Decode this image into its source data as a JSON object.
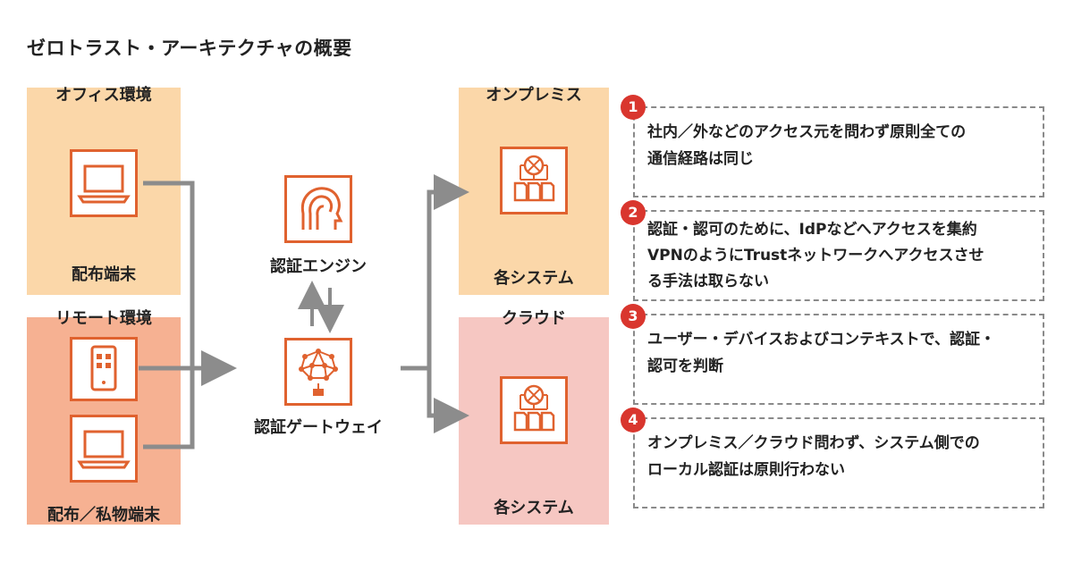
{
  "title": "ゼロトラスト・アーキテクチャの概要",
  "groups": {
    "office": {
      "title": "オフィス環境",
      "device_label": "配布端末"
    },
    "remote": {
      "title": "リモート環境",
      "device_label": "配布／私物端末"
    },
    "onprem": {
      "title": "オンプレミス",
      "system_label": "各システム"
    },
    "cloud": {
      "title": "クラウド",
      "system_label": "各システム"
    }
  },
  "auth_engine": {
    "label": "認証エンジン"
  },
  "gateway": {
    "label": "認証ゲートウェイ"
  },
  "markers": [
    "1",
    "2",
    "3",
    "4"
  ],
  "notes": [
    {
      "number": "1",
      "lines": [
        "社内／外などのアクセス元を問わず原則全ての",
        "通信経路は同じ"
      ]
    },
    {
      "number": "2",
      "lines": [
        "認証・認可のために、IdPなどへアクセスを集約",
        "VPNのようにTrustネットワークへアクセスさせ",
        "る手法は取らない"
      ]
    },
    {
      "number": "3",
      "lines": [
        "ユーザー・デバイスおよびコンテキストで、認証・",
        "認可を判断"
      ]
    },
    {
      "number": "4",
      "lines": [
        "オンプレミス／クラウド問わず、システム側での",
        "ローカル認証は原則行わない"
      ]
    }
  ],
  "colors": {
    "accent": "#e0622f",
    "badge": "#d9362e",
    "office_bg": "#fbd7a9",
    "remote_bg": "#f6b192",
    "cloud_bg": "#f6c7c2",
    "connector": "#8c8c8c"
  }
}
